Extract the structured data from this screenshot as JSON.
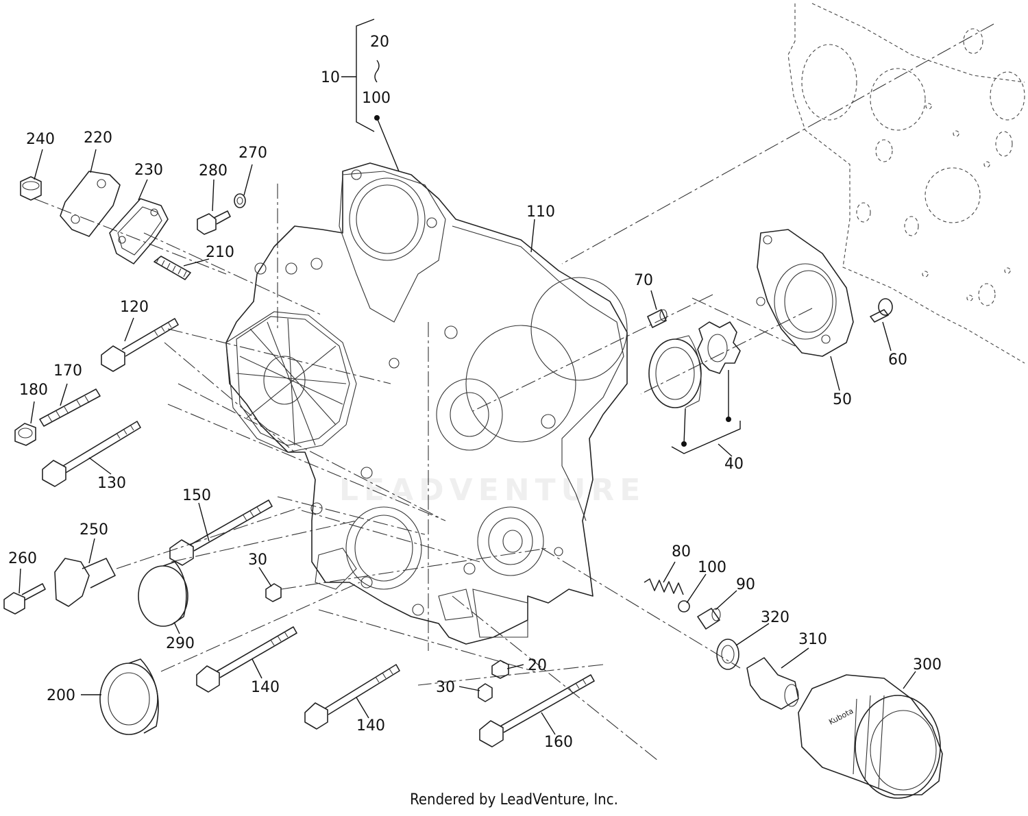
{
  "labels": {
    "l10": "10",
    "l20_group": "20",
    "l100_group": "100",
    "l240": "240",
    "l220": "220",
    "l230": "230",
    "l280": "280",
    "l270": "270",
    "l210": "210",
    "l120": "120",
    "l170": "170",
    "l180": "180",
    "l130": "130",
    "l110": "110",
    "l70": "70",
    "l60": "60",
    "l50": "50",
    "l40": "40",
    "l150": "150",
    "l250": "250",
    "l260": "260",
    "l30a": "30",
    "l290": "290",
    "l80": "80",
    "l100": "100",
    "l90": "90",
    "l320": "320",
    "l310": "310",
    "l300": "300",
    "l200": "200",
    "l140a": "140",
    "l20": "20",
    "l30b": "30",
    "l140b": "140",
    "l160": "160"
  },
  "watermark": "LEADVENTURE",
  "filter_brand": "Kubota",
  "credit": "Rendered by LeadVenture, Inc."
}
